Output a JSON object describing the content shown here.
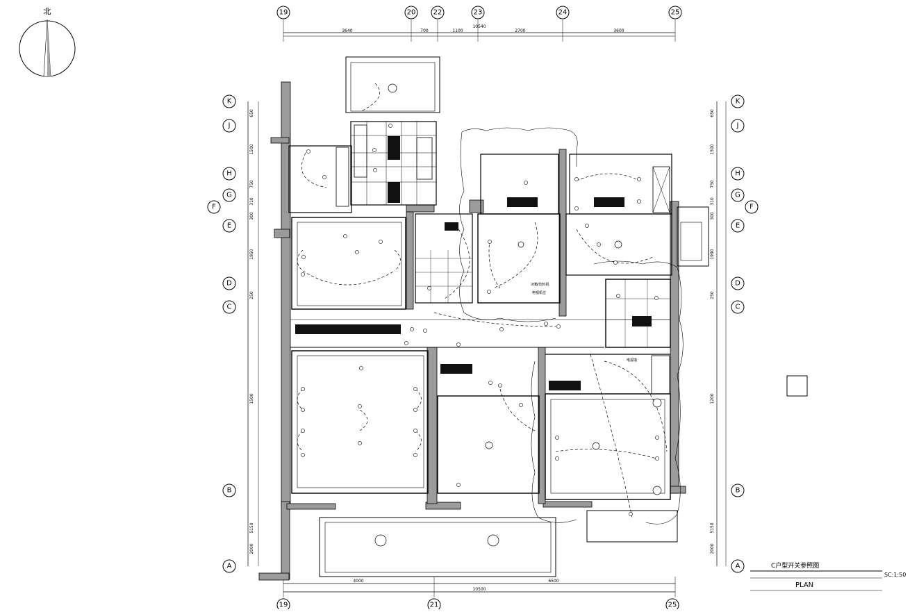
{
  "drawing": {
    "title": "C户型开关参照图",
    "scale": "SC:1:50",
    "plan_label": "PLAN",
    "north_label": "北"
  },
  "axes": {
    "top": [
      "19",
      "20",
      "22",
      "23",
      "24",
      "25"
    ],
    "bottom": [
      "19",
      "21",
      "25"
    ],
    "left": [
      "K",
      "J",
      "H",
      "G",
      "F",
      "E",
      "D",
      "C",
      "B",
      "A"
    ],
    "right": [
      "K",
      "J",
      "H",
      "G",
      "F",
      "E",
      "D",
      "C",
      "B",
      "A"
    ]
  },
  "dimensions": {
    "top_segments": [
      "3640",
      "700",
      "1100",
      "2700",
      "3600"
    ],
    "top_total": "10540",
    "bottom_segments": [
      "4000",
      "6500"
    ],
    "bottom_total": "10500",
    "left_segments": [
      "650",
      "1500",
      "750",
      "310",
      "300",
      "1950",
      "250",
      "1500",
      "5150",
      "2000"
    ],
    "right_segments": [
      "650",
      "1500",
      "750",
      "310",
      "300",
      "1990",
      "250",
      "1200",
      "5150",
      "2000"
    ]
  },
  "room_notes": [
    "冰箱/饮料机",
    "电视机位",
    "电视墙"
  ],
  "colors": {
    "ink": "#000000",
    "wall": "#9b9b9b",
    "paper": "#ffffff"
  }
}
